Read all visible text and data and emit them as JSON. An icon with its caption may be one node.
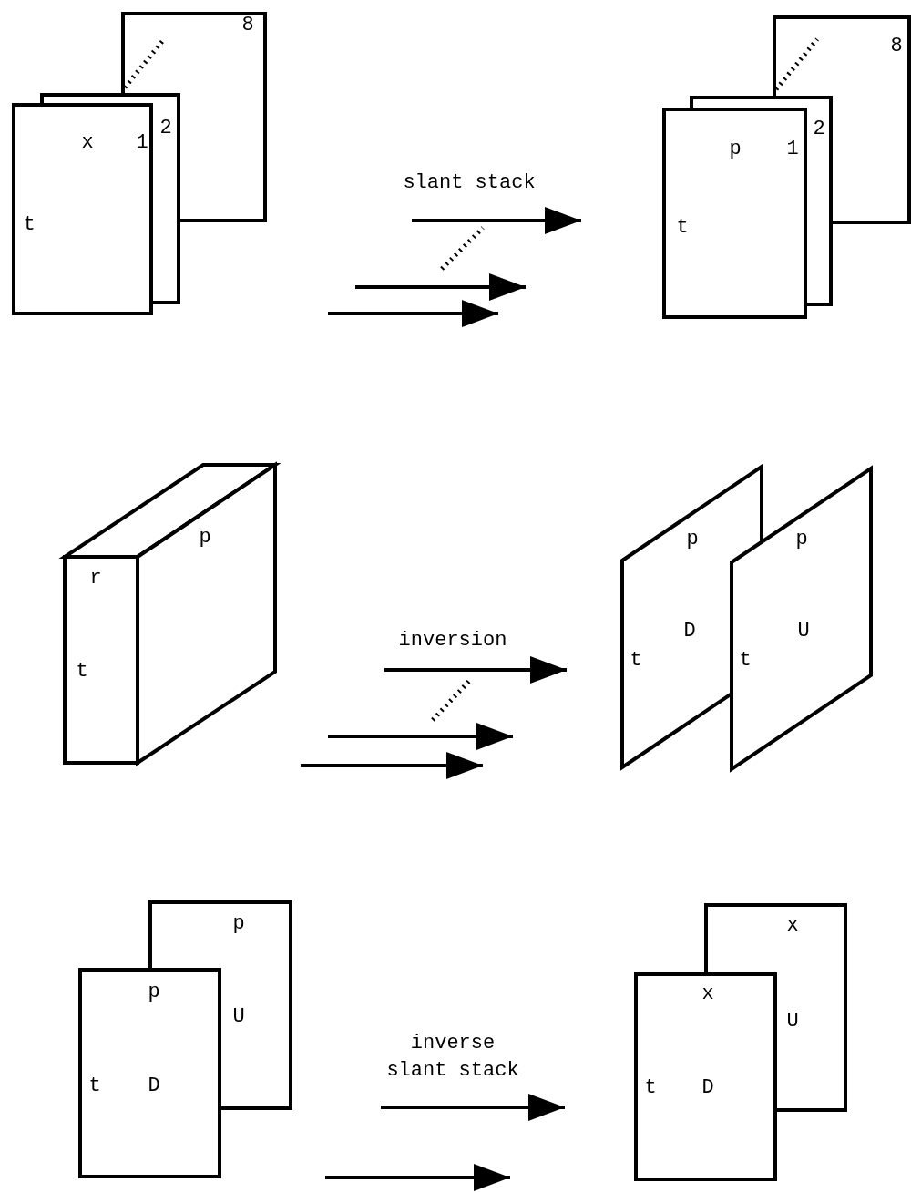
{
  "diagram": {
    "nodes": [
      {
        "text": [
          "8"
        ]
      },
      {
        "text": [
          "2"
        ]
      },
      {
        "text": [
          "x",
          "1",
          "t"
        ]
      },
      {
        "text": [
          "8"
        ]
      },
      {
        "text": [
          "2"
        ]
      },
      {
        "text": [
          "p",
          "1",
          "t"
        ]
      },
      {
        "text": [
          "p",
          "r",
          "t"
        ]
      },
      {
        "text": [
          "p",
          "D",
          "t"
        ]
      },
      {
        "text": [
          "p",
          "U",
          "t"
        ]
      },
      {
        "text": [
          "p",
          "U"
        ]
      },
      {
        "text": [
          "p",
          "t",
          "D"
        ]
      },
      {
        "text": [
          "x",
          "U"
        ]
      },
      {
        "text": [
          "x",
          "t",
          "D"
        ]
      }
    ],
    "labels": [
      "slant stack",
      "inversion",
      "inverse slant stack"
    ]
  }
}
